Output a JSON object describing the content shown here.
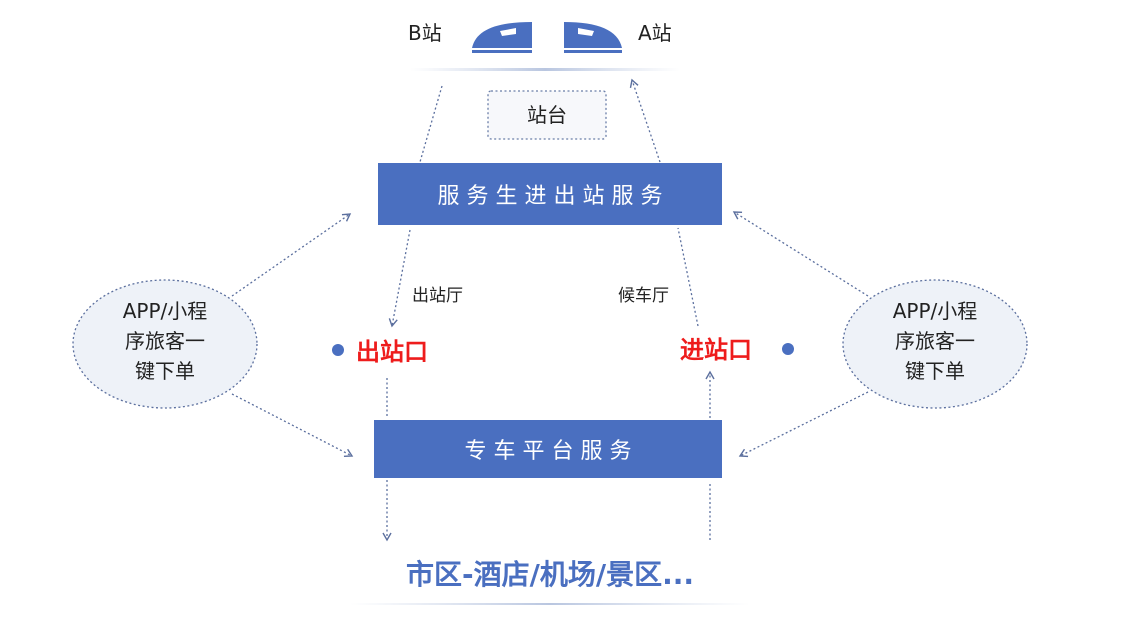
{
  "stations": {
    "b": "B站",
    "a": "A站"
  },
  "platform": "站台",
  "service_top": "服 务 生 进 出 站 服 务",
  "exit_hall": "出站厅",
  "waiting_hall": "候车厅",
  "exit_gate": "出站口",
  "entry_gate": "进站口",
  "service_bottom": "专  车  平  台  服  务",
  "app_left": [
    "APP/小程",
    "序旅客一",
    "键下单"
  ],
  "app_right": [
    "APP/小程",
    "序旅客一",
    "键下单"
  ],
  "destinations": "市区-酒店/机场/景区...",
  "colors": {
    "box": "#4a6fc0",
    "accent_text": "#4a6fc0",
    "red": "#ee1c1c",
    "ellipse_fill": "#eef2f8"
  }
}
